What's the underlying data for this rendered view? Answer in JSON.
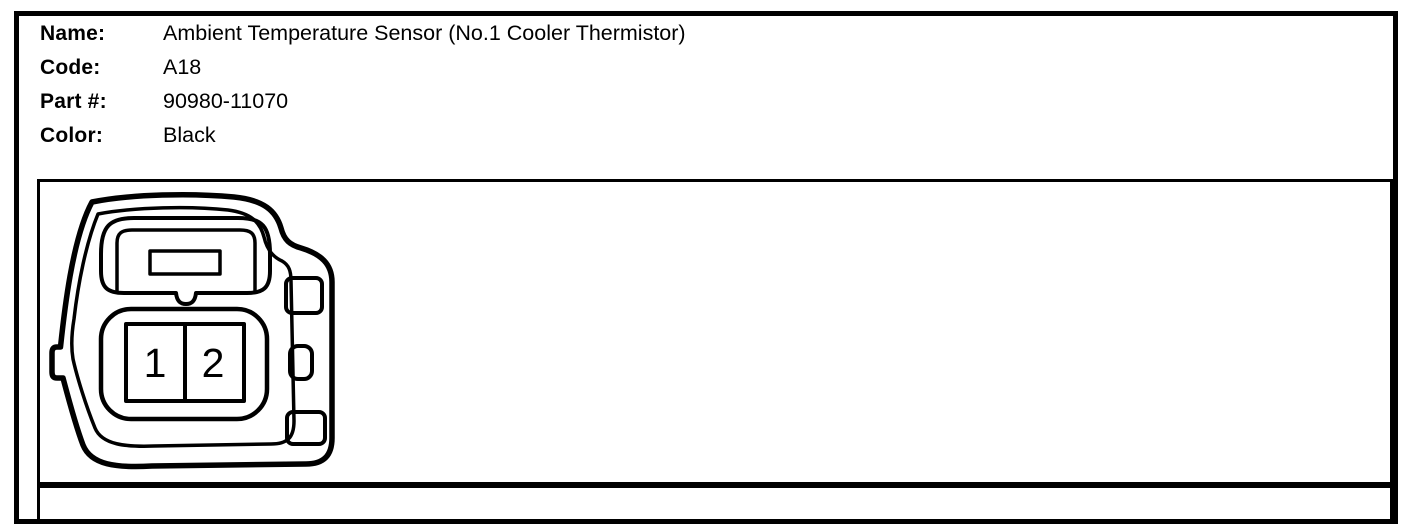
{
  "header": {
    "fields": [
      {
        "label": "Name:",
        "value": "Ambient Temperature Sensor (No.1 Cooler Thermistor)"
      },
      {
        "label": "Code:",
        "value": "A18"
      },
      {
        "label": "Part #:",
        "value": "90980-11070"
      },
      {
        "label": "Color:",
        "value": "Black"
      }
    ]
  },
  "diagram": {
    "type": "connector-pinout-face-view",
    "pin_count": 2,
    "pins": [
      {
        "number": "1"
      },
      {
        "number": "2"
      }
    ],
    "colors": {
      "line": "#000000",
      "background": "#ffffff"
    }
  },
  "bottom_row": {
    "content": ""
  }
}
